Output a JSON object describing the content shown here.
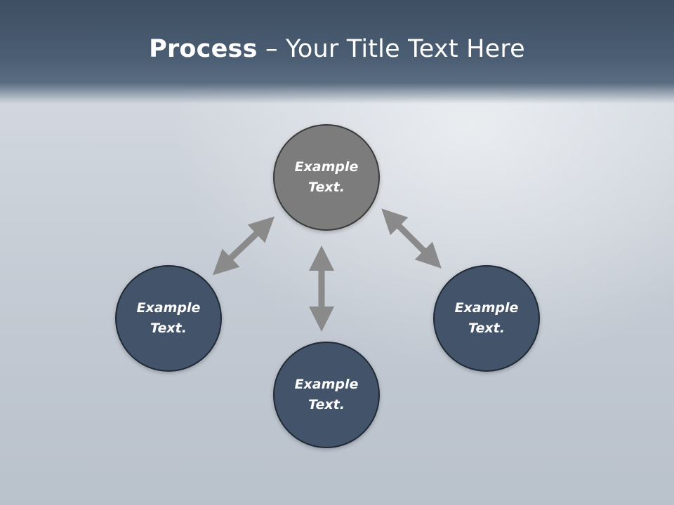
{
  "slide": {
    "title_bold": "Process",
    "title_rest": " – Your Title Text Here"
  },
  "nodes": [
    {
      "id": "top",
      "line1": "Example",
      "line2": "Text."
    },
    {
      "id": "left",
      "line1": "Example",
      "line2": "Text."
    },
    {
      "id": "right",
      "line1": "Example",
      "line2": "Text."
    },
    {
      "id": "bottom",
      "line1": "Example",
      "line2": "Text."
    }
  ],
  "colors": {
    "header": "#4a5d72",
    "top_node": "#7c7c7c",
    "other_nodes": "#43546a",
    "arrow": "#8a8a8a"
  },
  "icons": [
    "double-arrow-icon"
  ]
}
